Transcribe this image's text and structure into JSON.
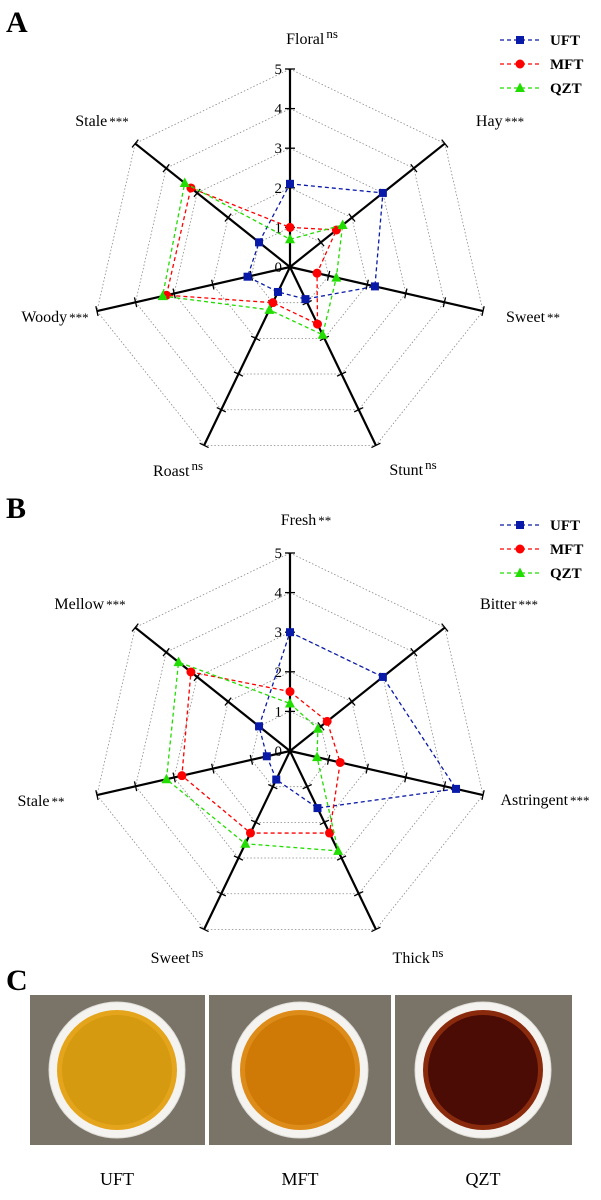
{
  "figure": {
    "panel_c": {
      "letter": "C",
      "cups": [
        {
          "label": "UFT",
          "liquor_color": "#d59a0f",
          "rim_color": "#e4a51c"
        },
        {
          "label": "MFT",
          "liquor_color": "#cf7a07",
          "rim_color": "#dd8c1a"
        },
        {
          "label": "QZT",
          "liquor_color": "#4a0c04",
          "rim_color": "#8a2a0c"
        }
      ],
      "background_color": "#7a7368"
    }
  },
  "chart_data": [
    {
      "type": "radar",
      "panel": "A",
      "rmax": 5,
      "ticks": [
        "0",
        "1",
        "2",
        "3",
        "4",
        "5"
      ],
      "axes": [
        {
          "label": "Floral",
          "sig": "ns"
        },
        {
          "label": "Hay",
          "sig": "***"
        },
        {
          "label": "Sweet",
          "sig": "**"
        },
        {
          "label": "Stunt",
          "sig": "ns"
        },
        {
          "label": "Roast",
          "sig": "ns"
        },
        {
          "label": "Woody",
          "sig": "***"
        },
        {
          "label": "Stale",
          "sig": "***"
        }
      ],
      "legend_position": "top-right",
      "series": [
        {
          "name": "UFT",
          "color": "#0a1aa8",
          "marker": "square",
          "values": [
            2.1,
            3.0,
            2.2,
            0.9,
            0.7,
            1.1,
            1.0
          ]
        },
        {
          "name": "MFT",
          "color": "#ff0000",
          "marker": "circle",
          "values": [
            1.0,
            1.5,
            0.7,
            1.6,
            1.0,
            3.2,
            3.2
          ]
        },
        {
          "name": "QZT",
          "color": "#22dd00",
          "marker": "triangle",
          "values": [
            0.7,
            1.7,
            1.2,
            1.9,
            1.2,
            3.3,
            3.4
          ]
        }
      ]
    },
    {
      "type": "radar",
      "panel": "B",
      "rmax": 5,
      "ticks": [
        "0",
        "1",
        "2",
        "3",
        "4",
        "5"
      ],
      "axes": [
        {
          "label": "Fresh",
          "sig": "**"
        },
        {
          "label": "Bitter",
          "sig": "***"
        },
        {
          "label": "Astringent",
          "sig": "***"
        },
        {
          "label": "Thick",
          "sig": "ns"
        },
        {
          "label": "Sweet",
          "sig": "ns"
        },
        {
          "label": "Stale",
          "sig": "**"
        },
        {
          "label": "Mellow",
          "sig": "***"
        }
      ],
      "legend_position": "top-right",
      "series": [
        {
          "name": "UFT",
          "color": "#0a1aa8",
          "marker": "square",
          "values": [
            3.0,
            3.0,
            4.3,
            1.6,
            0.8,
            0.6,
            1.0
          ]
        },
        {
          "name": "MFT",
          "color": "#ff0000",
          "marker": "circle",
          "values": [
            1.5,
            1.2,
            1.3,
            2.3,
            2.3,
            2.8,
            3.2
          ]
        },
        {
          "name": "QZT",
          "color": "#22dd00",
          "marker": "triangle",
          "values": [
            1.2,
            0.9,
            0.7,
            2.8,
            2.6,
            3.2,
            3.6
          ]
        }
      ]
    }
  ]
}
